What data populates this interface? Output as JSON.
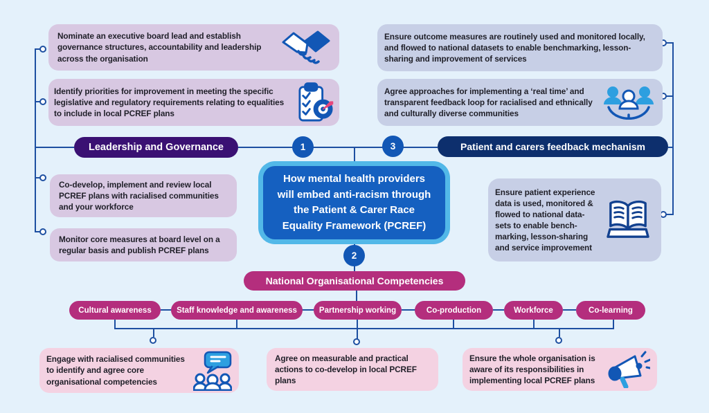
{
  "colors": {
    "background": "#e4f1fb",
    "lavender_box": "#d8c8e2",
    "periwinkle_box": "#c7cfe6",
    "pink_box": "#f4d2e2",
    "purple_pill": "#3a1173",
    "navy_pill": "#0d2f6d",
    "magenta_pill": "#b42e7d",
    "number_circle_blue": "#1257b5",
    "center_box_fill": "#1560c0",
    "center_box_border": "#52b8e8",
    "connector_line": "#1d4fa1"
  },
  "center": {
    "title_lines": [
      "How mental health providers",
      "will embed anti-racism through",
      "the Patient & Carer Race",
      "Equality Framework (PCREF)"
    ]
  },
  "steps": {
    "one": "1",
    "two": "2",
    "three": "3"
  },
  "leadership": {
    "label": "Leadership and Governance",
    "boxes": [
      {
        "text": "Nominate an executive board lead and establish governance structures, accountability and leadership across the organisation",
        "icon": "handshake"
      },
      {
        "text": "Identify priorities for improvement in meeting the specific legislative and regulatory requirements relating to equalities to include in local PCREF plans",
        "icon": "clipboard-target"
      },
      {
        "text": "Co-develop, implement and review local PCREF plans with racialised communities and your workforce",
        "icon": ""
      },
      {
        "text": "Monitor core measures at board level on a regular basis and publish PCREF plans",
        "icon": ""
      }
    ]
  },
  "patient": {
    "label": "Patient and carers feedback mechanism",
    "boxes": [
      {
        "text": "Ensure outcome measures are routinely used and monitored locally, and flowed to national datasets to enable benchmarking, lesson-sharing and improvement of services",
        "icon": ""
      },
      {
        "text": "Agree approaches for implementing a ‘real time’ and transparent feedback loop for racialised and ethnically and culturally diverse communities",
        "icon": "people-group"
      },
      {
        "text": "Ensure patient experience data is used, monitored & flowed to national data-sets to enable bench-marking, lesson-sharing and service improvement",
        "icon": "open-book"
      }
    ]
  },
  "competencies": {
    "label": "National Organisational Competencies",
    "pills": [
      "Cultural awareness",
      "Staff knowledge and awareness",
      "Partnership working",
      "Co-production",
      "Workforce",
      "Co-learning"
    ],
    "boxes": [
      {
        "text": "Engage with racialised communities to identify and agree core organisational competencies",
        "icon": "chat-people"
      },
      {
        "text": "Agree on measurable and practical actions to co-develop in local PCREF plans",
        "icon": ""
      },
      {
        "text": "Ensure the whole organisation is aware of its responsibilities in implementing local PCREF plans",
        "icon": "megaphone"
      }
    ]
  }
}
